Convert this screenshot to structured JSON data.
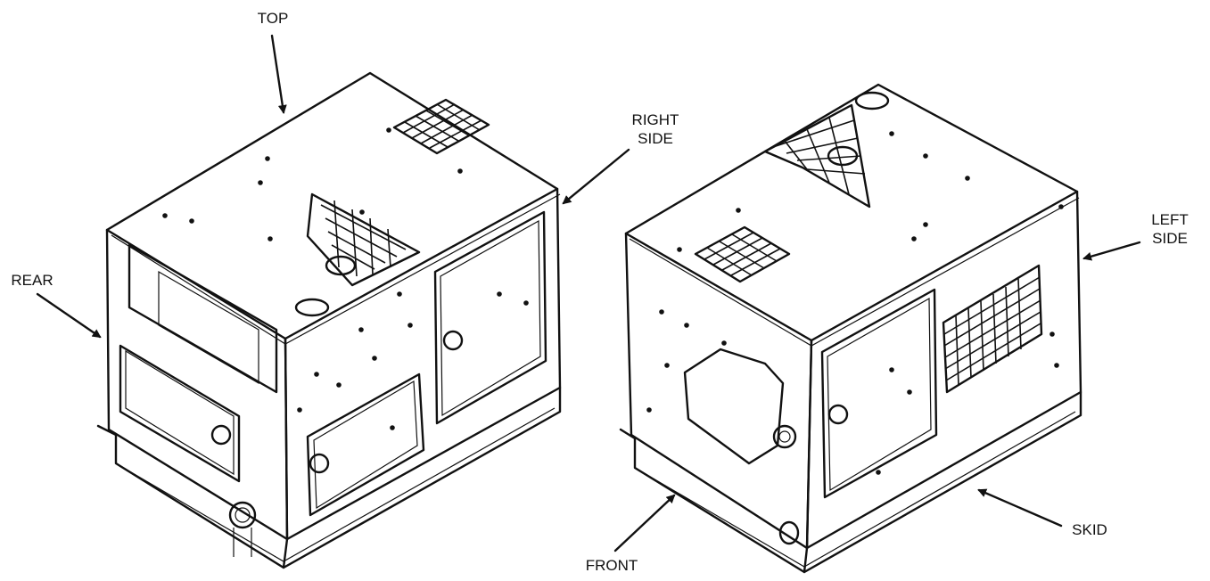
{
  "labels": {
    "top": "TOP",
    "right_side_line1": "RIGHT",
    "right_side_line2": "SIDE",
    "rear": "REAR",
    "left_side_line1": "LEFT",
    "left_side_line2": "SIDE",
    "front": "FRONT",
    "skid": "SKID"
  },
  "colors": {
    "line": "#111111",
    "background": "#ffffff"
  }
}
